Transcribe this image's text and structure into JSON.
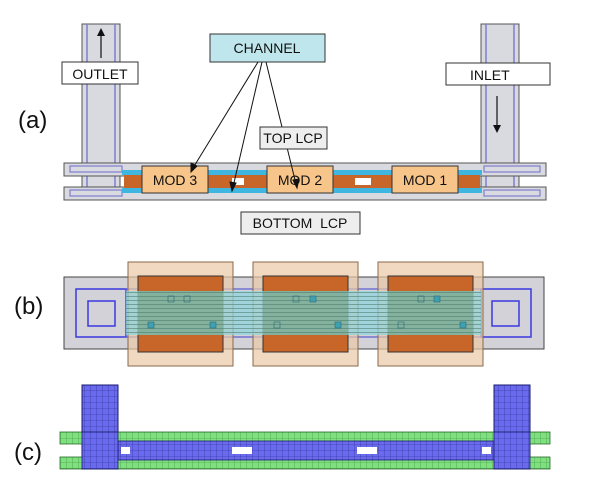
{
  "panels": {
    "a": "(a)",
    "b": "(b)",
    "c": "(c)"
  },
  "labels": {
    "channel": "CHANNEL",
    "outlet": "OUTLET",
    "inlet": "INLET",
    "top_lcp": "TOP LCP",
    "bottom_lcp": "BOTTOM  LCP",
    "mod3": "MOD 3",
    "mod2": "MOD 2",
    "mod1": "MOD 1"
  },
  "colors": {
    "lcp_gray": "#d9d9e0",
    "port_blue": "#7f7fd0",
    "channel_cyan": "#3fb6e0",
    "module_orange": "#f7c58a",
    "module_brown": "#c8662a",
    "callout_fill": "#bfe6ec",
    "mesh_green": "#7ee07e",
    "mesh_blue": "#6a6aee"
  }
}
